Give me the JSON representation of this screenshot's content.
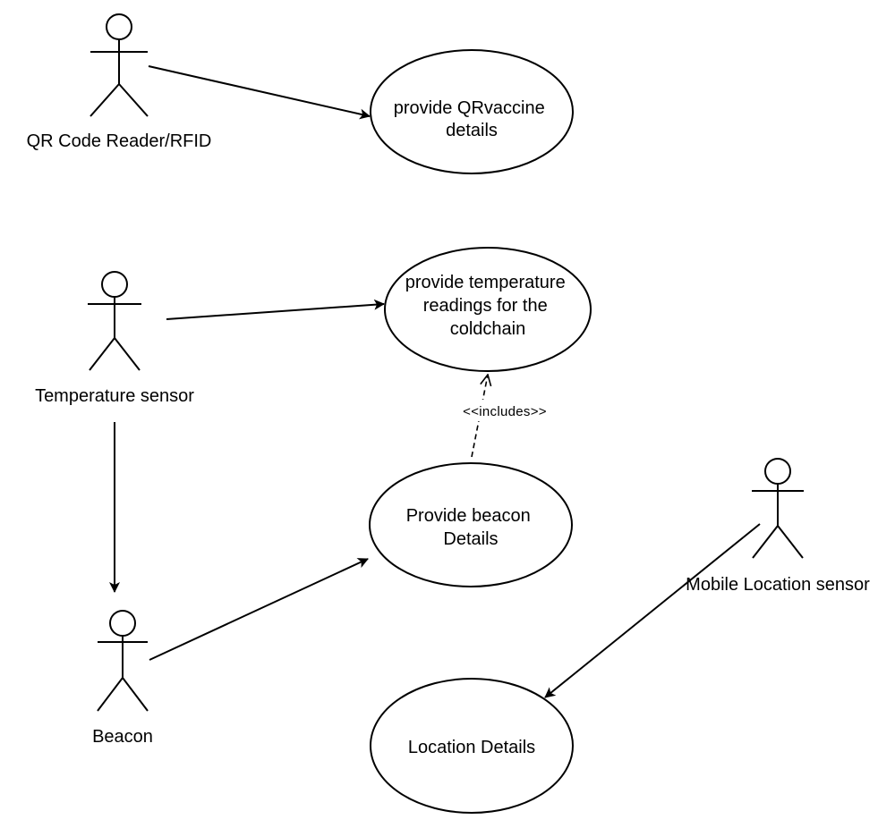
{
  "actors": {
    "qr_reader": "QR Code Reader/RFID",
    "temp_sensor": "Temperature sensor",
    "beacon": "Beacon",
    "mobile_sensor": "Mobile Location sensor"
  },
  "use_cases": {
    "qr_details": [
      "provide QRvaccine",
      "details"
    ],
    "temp_readings": [
      "provide temperature",
      "readings for the",
      "coldchain"
    ],
    "beacon_details": [
      "Provide beacon",
      "Details"
    ],
    "location_details": [
      "Location Details"
    ]
  },
  "relations": {
    "includes_label": "<<includes>>"
  }
}
